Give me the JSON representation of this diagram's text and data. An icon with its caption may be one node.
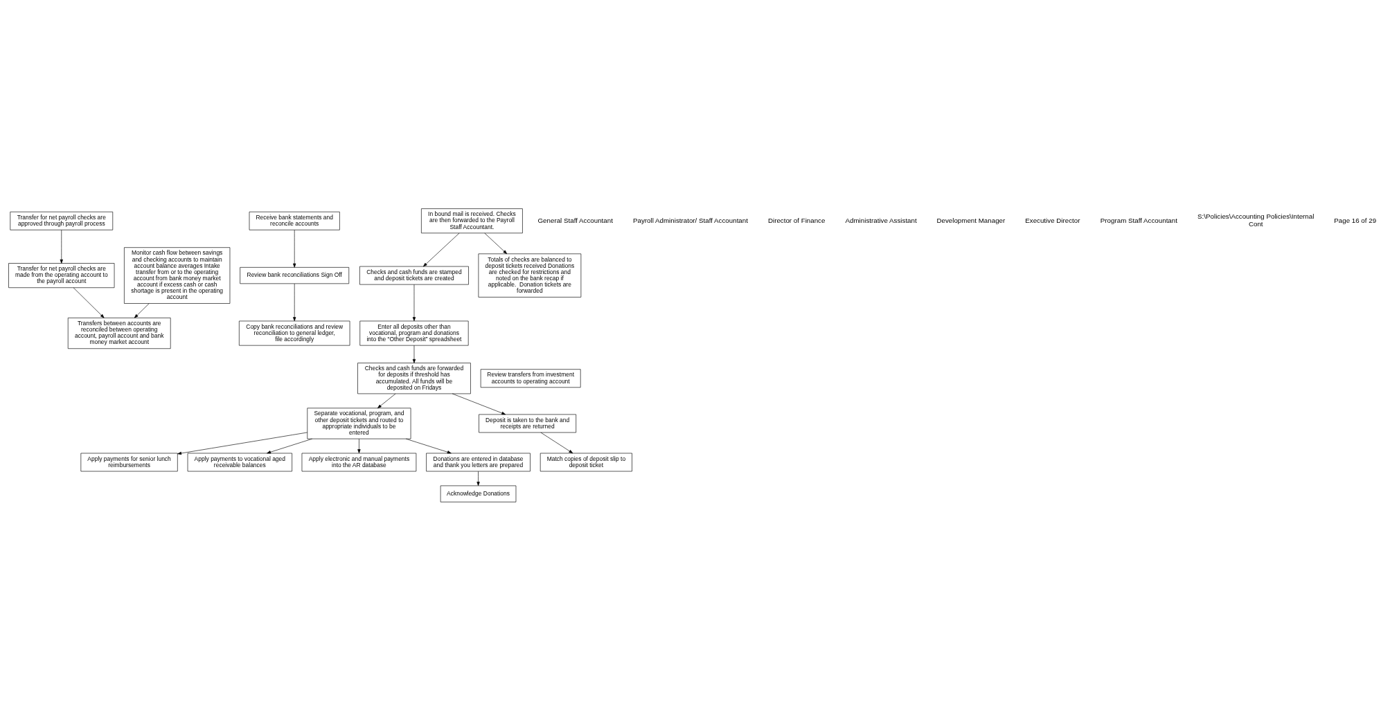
{
  "diagram": {
    "nodes": [
      {
        "text": [
          "Transfers between accounts are reconciled between operating account, payroll account and bank money market account"
        ]
      },
      {
        "text": [
          "Receive bank statements and reconcile accounts"
        ]
      },
      {
        "text": [
          "Apply payments for senior lunch reimbursements"
        ]
      },
      {
        "text": [
          "Apply payments to vocational aged receivable balances"
        ]
      },
      {
        "text": [
          "Apply electronic and manual payments into the AR database"
        ]
      },
      {
        "text": [
          "Checks and cash funds are stamped and deposit tickets are created"
        ]
      },
      {
        "text": [
          "Enter all deposits other than vocational, program and donations into the “Other Deposit” spreadsheet"
        ]
      },
      {
        "text": [
          "Checks and cash funds are forwarded for deposits if threshold has accumulated. All funds will be deposited on Fridays"
        ]
      },
      {
        "text": [
          "Separate vocational, program, and other deposit tickets and routed to appropriate individuals to be entered"
        ]
      },
      {
        "text": [
          "Totals of checks are balanced to deposit tickets received Donations are checked for restrictions and noted on the bank recap if applicable.  Donation tickets are forwarded"
        ]
      },
      {
        "text": [
          "Match copies of deposit slip to deposit ticket"
        ]
      },
      {
        "text": [
          "Transfer for net payroll checks are made from the operating account to the payroll account"
        ]
      },
      {
        "text": [
          "Copy bank reconciliations and review reconciliation to general ledger, file accordingly"
        ]
      },
      {
        "text": [
          "Review transfers from investment accounts to operating account"
        ]
      },
      {
        "text": [
          "In bound mail is received. Checks are then forwarded to the Payroll Staff Accountant."
        ]
      },
      {
        "text": [
          "Deposit is taken to the bank and receipts are returned"
        ]
      },
      {
        "text": [
          "Donations are entered in database and thank you letters are prepared"
        ]
      },
      {
        "text": [
          "Acknowledge Donations"
        ]
      },
      {
        "text": [
          "Transfer for net payroll checks are approved through payroll process"
        ]
      },
      {
        "text": [
          "Review bank reconciliations Sign Off"
        ]
      },
      {
        "text": [
          "Monitor cash flow between savings and checking accounts to maintain account balance averages Intake transfer from or to the operating account from bank money market account if excess cash or cash shortage is present in the operating account"
        ]
      }
    ],
    "edges": [
      {
        "from": 14,
        "to": 5,
        "arrow": "to"
      },
      {
        "from": 14,
        "to": 9,
        "arrow": "to"
      },
      {
        "from": 5,
        "to": 6,
        "arrow": "to"
      },
      {
        "from": 6,
        "to": 7,
        "arrow": "to"
      },
      {
        "from": 7,
        "to": 8,
        "arrow": "to"
      },
      {
        "from": 7,
        "to": 15,
        "arrow": "to"
      },
      {
        "from": 15,
        "to": 10,
        "arrow": "to"
      },
      {
        "from": 8,
        "to": 16,
        "arrow": "to"
      },
      {
        "from": 16,
        "to": 17,
        "arrow": "to"
      },
      {
        "from": 8,
        "to": 2,
        "arrow": "to"
      },
      {
        "from": 8,
        "to": 3,
        "arrow": "to"
      },
      {
        "from": 8,
        "to": 4,
        "arrow": "to"
      },
      {
        "from": 11,
        "to": 0,
        "arrow": "to"
      },
      {
        "from": 20,
        "to": 0,
        "arrow": "to"
      },
      {
        "from": 1,
        "to": 19,
        "arrow": "to"
      },
      {
        "from": 18,
        "to": 11,
        "arrow": "to"
      },
      {
        "from": 19,
        "to": 12,
        "arrow": "to"
      }
    ],
    "labels": [
      "General Staff Accountant",
      "Payroll Administrator/ Staff Accountant",
      "Director of Finance",
      "Administrative Assistant",
      "Development Manager",
      "Executive Director",
      "Program Staff Accountant",
      "S:\\Policies\\Accounting Policies\\Internal Cont",
      "Page 16 of 29"
    ]
  }
}
